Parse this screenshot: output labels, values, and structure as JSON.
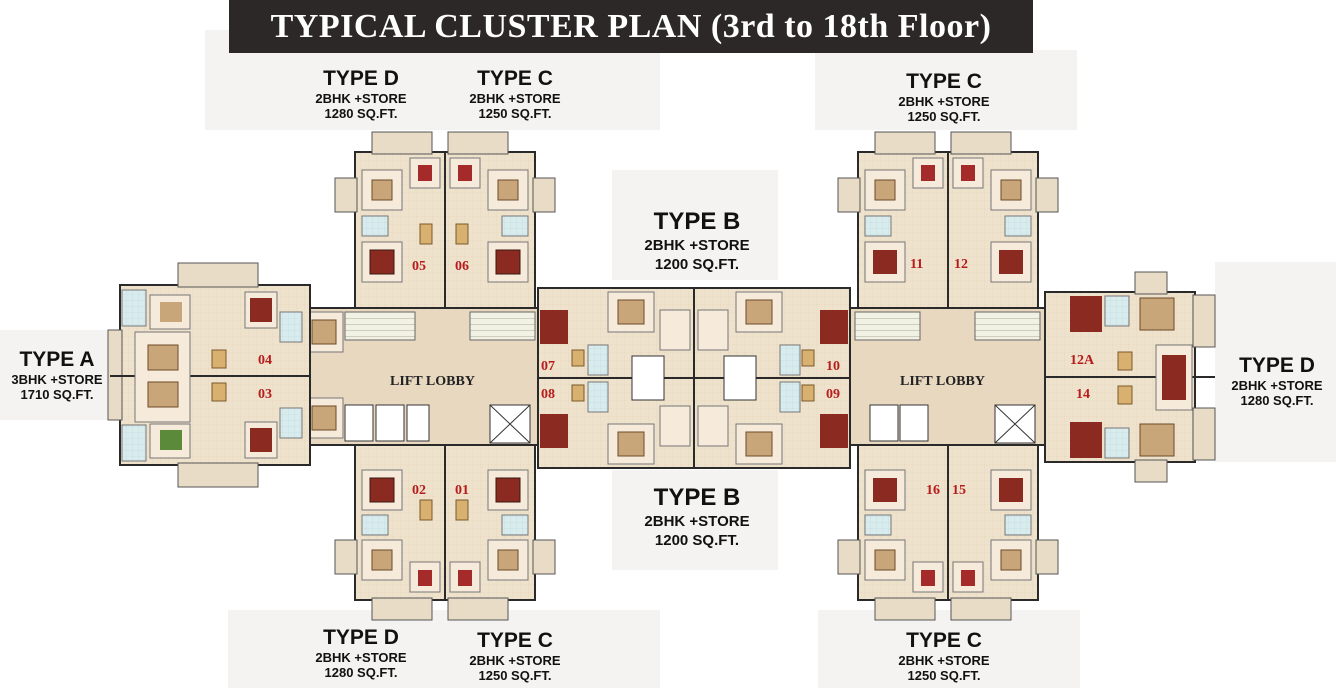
{
  "title": "TYPICAL CLUSTER PLAN (3rd to 18th Floor)",
  "labels": {
    "top_d": {
      "type": "TYPE D",
      "config": "2BHK +STORE",
      "area": "1280 SQ.FT."
    },
    "top_c1": {
      "type": "TYPE C",
      "config": "2BHK +STORE",
      "area": "1250 SQ.FT."
    },
    "top_c2": {
      "type": "TYPE C",
      "config": "2BHK +STORE",
      "area": "1250 SQ.FT."
    },
    "mid_b_top": {
      "type": "TYPE B",
      "config": "2BHK +STORE",
      "area": "1200 SQ.FT."
    },
    "mid_b_bot": {
      "type": "TYPE B",
      "config": "2BHK +STORE",
      "area": "1200 SQ.FT."
    },
    "left_a": {
      "type": "TYPE A",
      "config": "3BHK +STORE",
      "area": "1710 SQ.FT."
    },
    "right_d": {
      "type": "TYPE D",
      "config": "2BHK +STORE",
      "area": "1280 SQ.FT."
    },
    "bot_d": {
      "type": "TYPE D",
      "config": "2BHK +STORE",
      "area": "1280 SQ.FT."
    },
    "bot_c1": {
      "type": "TYPE C",
      "config": "2BHK +STORE",
      "area": "1250 SQ.FT."
    },
    "bot_c2": {
      "type": "TYPE C",
      "config": "2BHK +STORE",
      "area": "1250 SQ.FT."
    }
  },
  "lobbies": [
    "LIFT LOBBY",
    "LIFT LOBBY"
  ],
  "units": [
    "04",
    "03",
    "05",
    "06",
    "02",
    "01",
    "07",
    "08",
    "10",
    "09",
    "11",
    "12",
    "16",
    "15",
    "12A",
    "14"
  ],
  "colors": {
    "title_bg": "#2b2827",
    "unit_number": "#b71c1c",
    "floor": "#efe2cc",
    "lobby": "#e8d8c0",
    "wall": "#2a2a2a"
  }
}
